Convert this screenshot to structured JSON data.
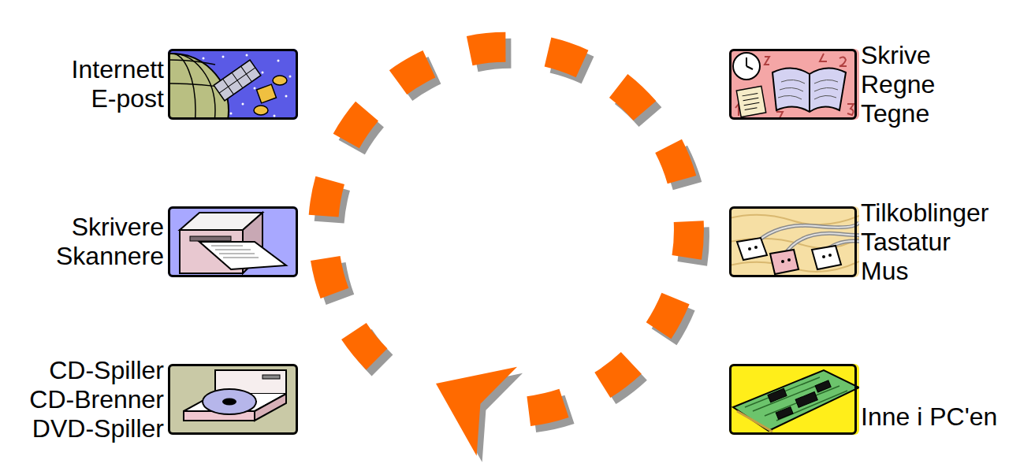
{
  "diagram": {
    "nodes": [
      {
        "text": [
          "Internett",
          "E-post"
        ]
      },
      {
        "text": [
          "Skrive",
          "Regne",
          "Tegne"
        ]
      },
      {
        "text": [
          "Skrivere",
          "Skannere"
        ]
      },
      {
        "text": [
          "Tilkoblinger",
          "Tastatur",
          "Mus"
        ]
      },
      {
        "text": [
          "CD-Spiller",
          "CD-Brenner",
          "DVD-Spiller"
        ]
      },
      {
        "text": [
          "Inne i PC'en"
        ]
      }
    ]
  }
}
